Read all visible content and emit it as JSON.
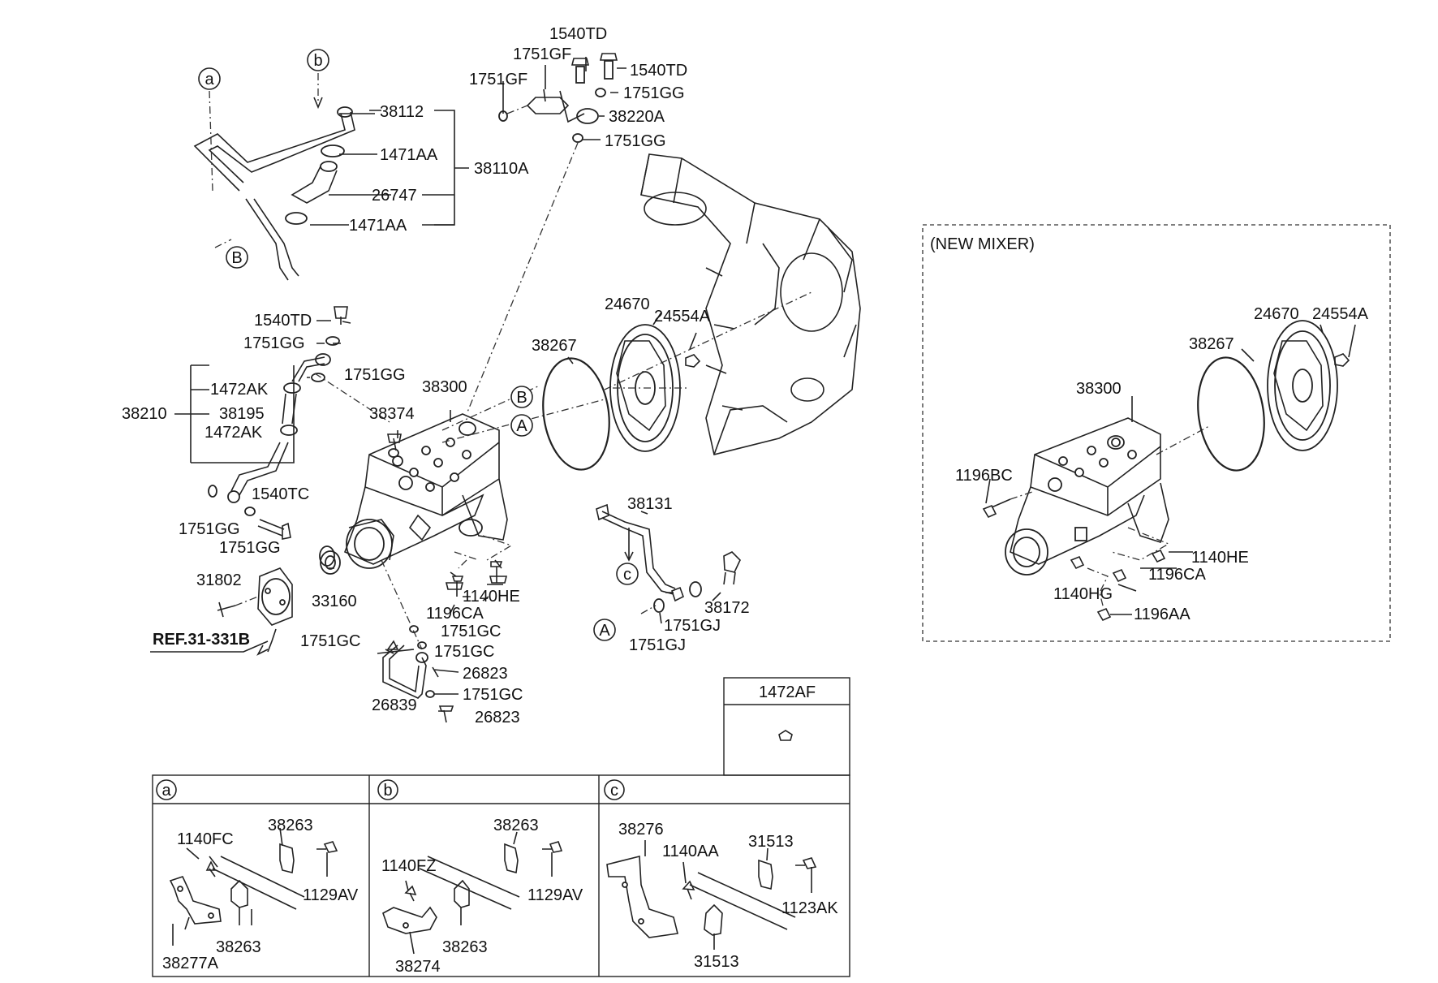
{
  "new_mixer_title": "(NEW MIXER)",
  "circle_refs": [
    "a",
    "b",
    "B",
    "B",
    "A",
    "A",
    "c",
    "a",
    "b",
    "c"
  ],
  "ref_label": "REF.31-331B",
  "labels": [
    "1540TD",
    "1751GF",
    "1540TD",
    "1751GF",
    "1751GG",
    "38220A",
    "1751GG",
    "38112",
    "1471AA",
    "38110A",
    "26747",
    "1471AA",
    "1540TD",
    "1751GG",
    "1751GG",
    "1472AK",
    "38195",
    "1472AK",
    "38210",
    "1751GG",
    "1540TC",
    "1751GG",
    "38374",
    "38300",
    "38267",
    "24670",
    "24554A",
    "38131",
    "31802",
    "33160",
    "1140HE",
    "1196CA",
    "38172",
    "1751GJ",
    "1751GJ",
    "1751GC",
    "1751GC",
    "1751GC",
    "26823",
    "26839",
    "1751GC",
    "26823",
    "24670",
    "24554A",
    "38267",
    "38300",
    "1196BC",
    "1140HE",
    "1196CA",
    "1140HG",
    "1196AA",
    "1472AF",
    "1140FC",
    "38263",
    "1129AV",
    "38263",
    "38277A",
    "38263",
    "1140FZ",
    "1129AV",
    "38263",
    "38274",
    "38276",
    "1140AA",
    "31513",
    "1123AK",
    "31513"
  ]
}
